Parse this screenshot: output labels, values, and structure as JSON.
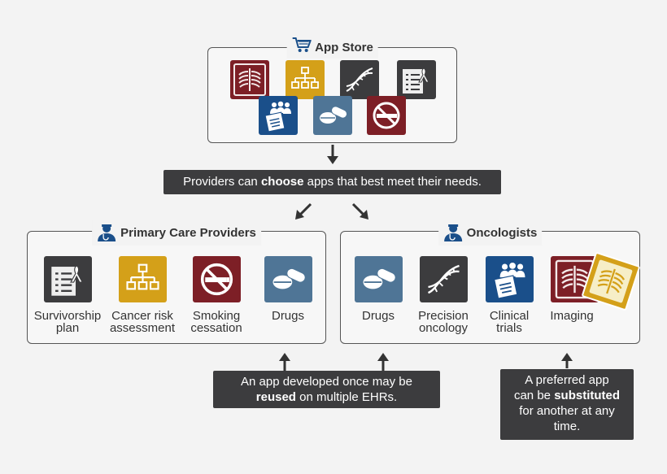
{
  "app_store": {
    "title": "App Store",
    "icon": "cart-icon"
  },
  "store_tiles": [
    {
      "icon": "xray-icon",
      "color": "#7d1f26"
    },
    {
      "icon": "flowchart-icon",
      "color": "#d4a019"
    },
    {
      "icon": "dna-icon",
      "color": "#3c3c3e"
    },
    {
      "icon": "checklist-ribbon-icon",
      "color": "#3c3c3e"
    },
    {
      "icon": "clinical-trials-icon",
      "color": "#1a4f8a"
    },
    {
      "icon": "pills-icon",
      "color": "#4f7596"
    },
    {
      "icon": "no-smoking-icon",
      "color": "#7d1f26"
    }
  ],
  "banner": {
    "pre": "Providers can ",
    "bold": "choose",
    "post": " apps that best meet their needs."
  },
  "primary": {
    "title": "Primary Care Providers",
    "icon": "doctor-icon",
    "apps": [
      {
        "line1": "Survivorship",
        "line2": "plan"
      },
      {
        "line1": "Cancer risk",
        "line2": "assessment"
      },
      {
        "line1": "Smoking",
        "line2": "cessation"
      },
      {
        "line1": "Drugs",
        "line2": ""
      }
    ]
  },
  "oncologists": {
    "title": "Oncologists",
    "icon": "doctor-icon",
    "apps": [
      {
        "line1": "Drugs",
        "line2": ""
      },
      {
        "line1": "Precision",
        "line2": "oncology"
      },
      {
        "line1": "Clinical",
        "line2": "trials"
      },
      {
        "line1": "Imaging",
        "line2": ""
      }
    ]
  },
  "callout_reuse": {
    "line1": "An app developed once may be",
    "bold": "reused",
    "post": " on multiple EHRs."
  },
  "callout_substitute": {
    "line1": "A preferred app",
    "pre2": "can be ",
    "bold": "substituted",
    "line3": "for another at any",
    "line4": "time."
  }
}
